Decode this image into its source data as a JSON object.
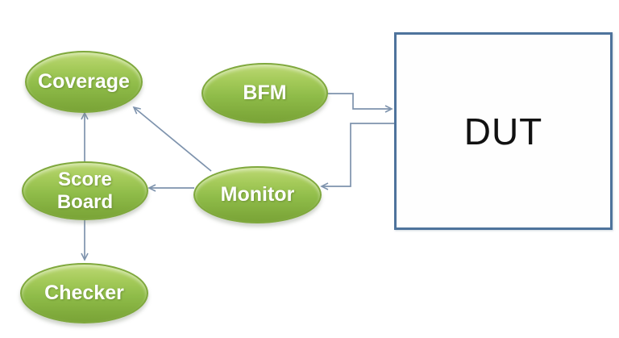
{
  "diagram": {
    "nodes": {
      "coverage": {
        "label": "Coverage",
        "shape": "ellipse"
      },
      "bfm": {
        "label": "BFM",
        "shape": "ellipse"
      },
      "scoreboard": {
        "lines": [
          "Score",
          "Board"
        ],
        "shape": "ellipse"
      },
      "monitor": {
        "label": "Monitor",
        "shape": "ellipse"
      },
      "checker": {
        "label": "Checker",
        "shape": "ellipse"
      },
      "dut": {
        "label": "DUT",
        "shape": "rectangle"
      }
    },
    "connections": [
      {
        "from": "scoreboard",
        "to": "coverage",
        "style": "straight-arrow"
      },
      {
        "from": "monitor",
        "to": "coverage",
        "style": "diagonal-arrow"
      },
      {
        "from": "monitor",
        "to": "scoreboard",
        "style": "straight-arrow"
      },
      {
        "from": "scoreboard",
        "to": "checker",
        "style": "straight-arrow"
      },
      {
        "from": "bfm",
        "to": "dut",
        "style": "stepped-arrow"
      },
      {
        "from": "dut",
        "to": "monitor",
        "style": "stepped-arrow"
      }
    ],
    "colors": {
      "node_fill_top": "#bcd873",
      "node_fill_mid": "#8fbc49",
      "node_fill_bottom": "#7aa437",
      "node_border": "#7fa83d",
      "node_text": "#ffffff",
      "dut_border": "#4e739c",
      "dut_fill": "#fefefe",
      "dut_text": "#111111",
      "connector": "#7e93ad",
      "background": "#ffffff"
    }
  }
}
